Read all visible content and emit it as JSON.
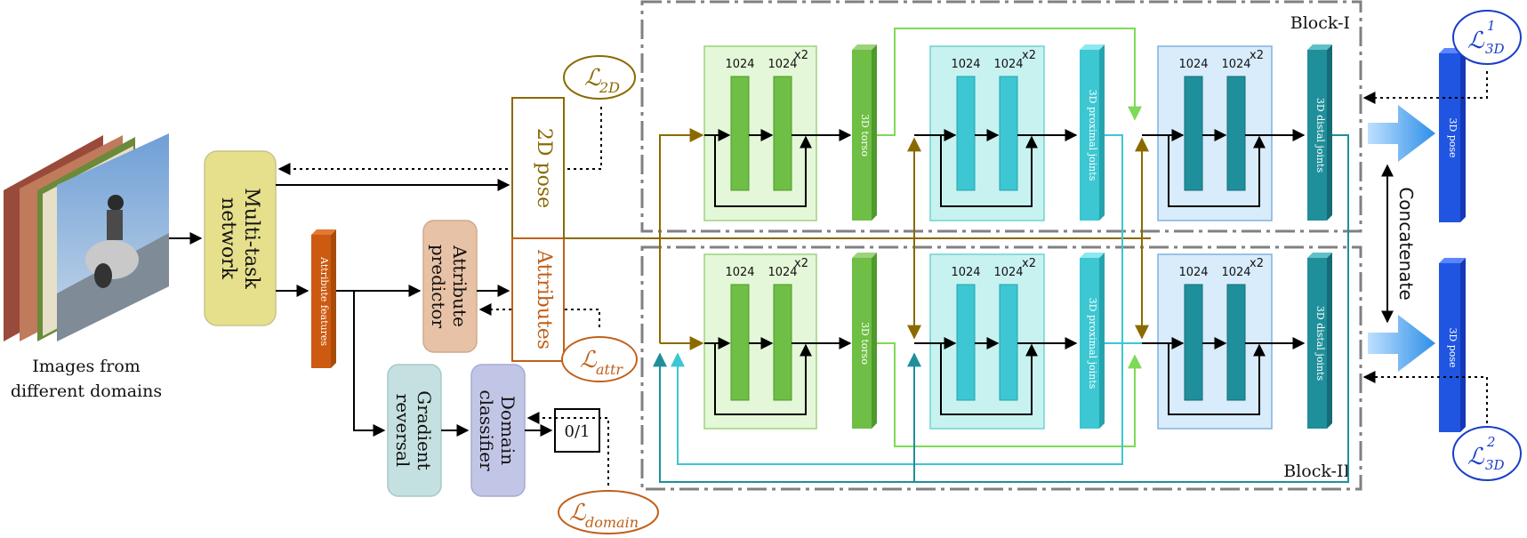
{
  "input": {
    "caption_line1": "Images from",
    "caption_line2": "different domains"
  },
  "nodes": {
    "multitask_line1": "Multi-task",
    "multitask_line2": "network",
    "attr_features": "Attribute features",
    "pose2d": "2D pose",
    "attributes": "Attributes",
    "attr_pred_line1": "Attribute",
    "attr_pred_line2": "predictor",
    "grad_rev_line1": "Gradient",
    "grad_rev_line2": "reversal",
    "domain_cls_line1": "Domain",
    "domain_cls_line2": "classifier",
    "binary": "0/1"
  },
  "losses": {
    "l2d": {
      "base": "ℒ",
      "sub": "2D",
      "color": "#8a6a00"
    },
    "lattr": {
      "base": "ℒ",
      "sub": "attr",
      "color": "#c0601a"
    },
    "ldomain": {
      "base": "ℒ",
      "sub": "domain",
      "color": "#c0601a"
    },
    "l3d1": {
      "base": "ℒ",
      "sup": "1",
      "sub": "3D",
      "color": "#1a3ec8"
    },
    "l3d2": {
      "base": "ℒ",
      "sup": "2",
      "sub": "3D",
      "color": "#1a3ec8"
    }
  },
  "blocks": {
    "block1": "Block-I",
    "block2": "Block-II",
    "units": "1024",
    "repeat": "x2",
    "torso": "3D torso",
    "proximal": "3D proximal joints",
    "distal": "3D distal joints",
    "pose3d": "3D pose",
    "concatenate": "Concatenate"
  },
  "colors": {
    "green": "#6fbe45",
    "green_dark": "#4e9a2c",
    "cyan": "#3cc7d2",
    "teal": "#1f8f9b",
    "blue": "#1f55e0",
    "olive": "#8a6a00",
    "orange": "#c0601a"
  }
}
